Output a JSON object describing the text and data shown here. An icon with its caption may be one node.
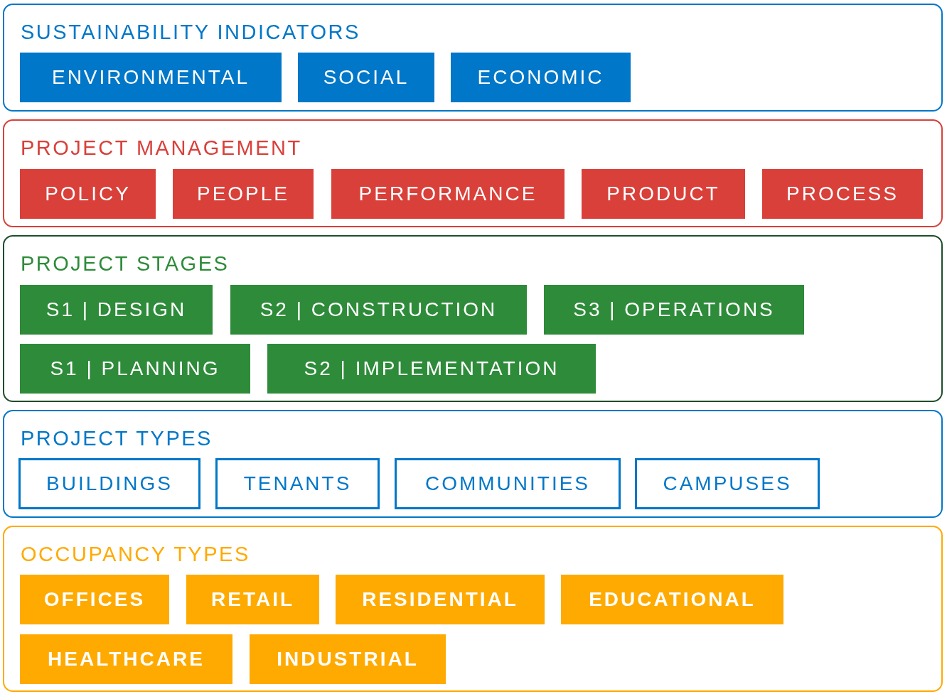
{
  "diagram": {
    "nodes": [
      {
        "text": [
          "SUSTAINABILITY INDICATORS"
        ]
      },
      {
        "text": [
          "ENVIRONMENTAL"
        ],
        "in": 0
      },
      {
        "text": [
          "SOCIAL"
        ],
        "in": 0
      },
      {
        "text": [
          "ECONOMIC"
        ],
        "in": 0
      },
      {
        "text": [
          "PROJECT MANAGEMENT"
        ]
      },
      {
        "text": [
          "POLICY"
        ],
        "in": 4
      },
      {
        "text": [
          "PEOPLE"
        ],
        "in": 4
      },
      {
        "text": [
          "PERFORMANCE"
        ],
        "in": 4
      },
      {
        "text": [
          "PRODUCT"
        ],
        "in": 4
      },
      {
        "text": [
          "PROCESS"
        ],
        "in": 4
      },
      {
        "text": [
          "PROJECT STAGES"
        ]
      },
      {
        "text": [
          "S1 | DESIGN"
        ],
        "in": 10
      },
      {
        "text": [
          "S2 | CONSTRUCTION"
        ],
        "in": 10
      },
      {
        "text": [
          "S3 | OPERATIONS"
        ],
        "in": 10
      },
      {
        "text": [
          "S1 | PLANNING"
        ],
        "in": 10
      },
      {
        "text": [
          "S2 | IMPLEMENTATION"
        ],
        "in": 10
      },
      {
        "text": [
          "PROJECT TYPES"
        ]
      },
      {
        "text": [
          "BUILDINGS"
        ],
        "in": 16
      },
      {
        "text": [
          "TENANTS"
        ],
        "in": 16
      },
      {
        "text": [
          "COMMUNITIES"
        ],
        "in": 16
      },
      {
        "text": [
          "CAMPUSES"
        ],
        "in": 16
      },
      {
        "text": [
          "OCCUPANCY TYPES"
        ]
      },
      {
        "text": [
          "OFFICES"
        ],
        "in": 21
      },
      {
        "text": [
          "RETAIL"
        ],
        "in": 21
      },
      {
        "text": [
          "RESIDENTIAL"
        ],
        "in": 21
      },
      {
        "text": [
          "EDUCATIONAL"
        ],
        "in": 21
      },
      {
        "text": [
          "HEALTHCARE"
        ],
        "in": 21
      },
      {
        "text": [
          "INDUSTRIAL"
        ],
        "in": 21
      }
    ]
  }
}
